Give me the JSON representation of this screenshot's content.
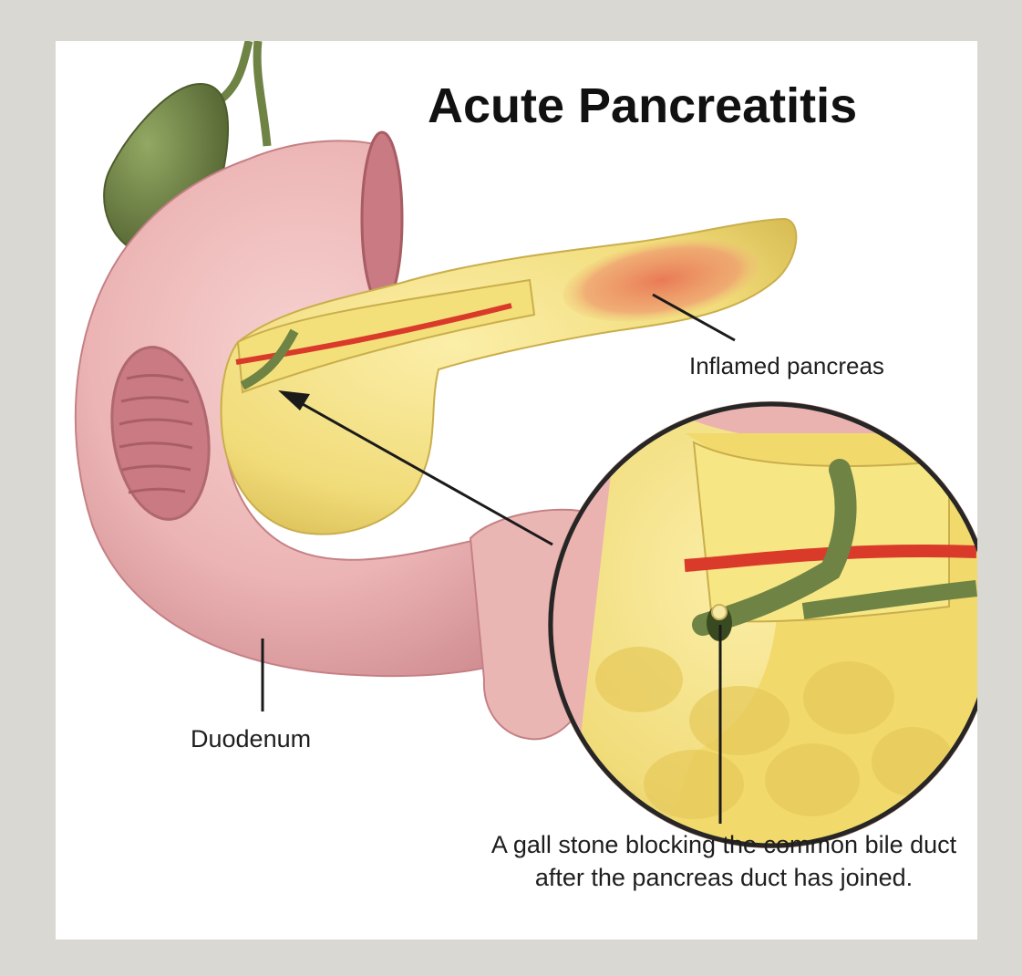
{
  "title": "Acute Pancreatitis",
  "labels": {
    "inflamed_pancreas": "Inflamed pancreas",
    "duodenum": "Duodenum",
    "gall_stone": "A gall stone blocking the common bile duct after the pancreas duct has joined."
  },
  "colors": {
    "frame": "#d9d8d2",
    "background": "#ffffff",
    "duodenum": "#eab0b0",
    "duodenum_inner": "#c97a82",
    "pancreas": "#f1dc7a",
    "inflamed": "#e98a5a",
    "gallbladder": "#6f8345",
    "artery": "#d93a2a",
    "leader_line": "#1a1a1a"
  }
}
